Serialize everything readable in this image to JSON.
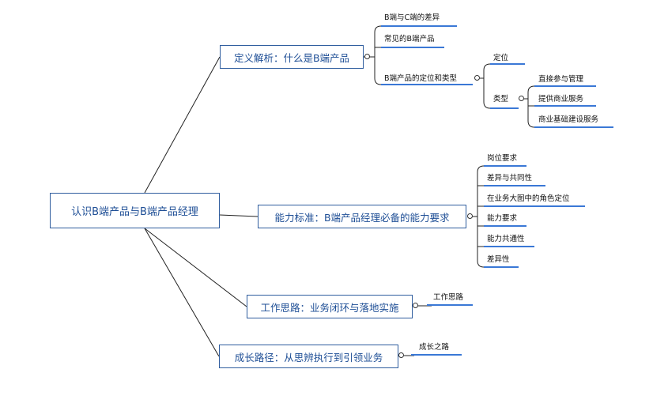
{
  "root": {
    "label": "认识B端产品与B端产品经理"
  },
  "branches": [
    {
      "label": "定义解析：什么是B端产品",
      "children": [
        {
          "label": "B端与C端的差异"
        },
        {
          "label": "常见的B端产品"
        },
        {
          "label": "B端产品的定位和类型",
          "children": [
            {
              "label": "定位"
            },
            {
              "label": "类型",
              "children": [
                {
                  "label": "直接参与管理"
                },
                {
                  "label": "提供商业服务"
                },
                {
                  "label": "商业基础建设服务"
                }
              ]
            }
          ]
        }
      ]
    },
    {
      "label": "能力标准：B端产品经理必备的能力要求",
      "children": [
        {
          "label": "岗位要求"
        },
        {
          "label": "差异与共同性"
        },
        {
          "label": "在业务大图中的角色定位"
        },
        {
          "label": "能力要求"
        },
        {
          "label": "能力共通性"
        },
        {
          "label": "差异性"
        }
      ]
    },
    {
      "label": "工作思路：业务闭环与落地实施",
      "children": [
        {
          "label": "工作思路"
        }
      ]
    },
    {
      "label": "成长路径：从思辨执行到引领业务",
      "children": [
        {
          "label": "成长之路"
        }
      ]
    }
  ],
  "colors": {
    "box_border": "#2f5d9e",
    "box_text": "#1f4f96",
    "underline": "#3a78d6",
    "connector": "#222222"
  }
}
